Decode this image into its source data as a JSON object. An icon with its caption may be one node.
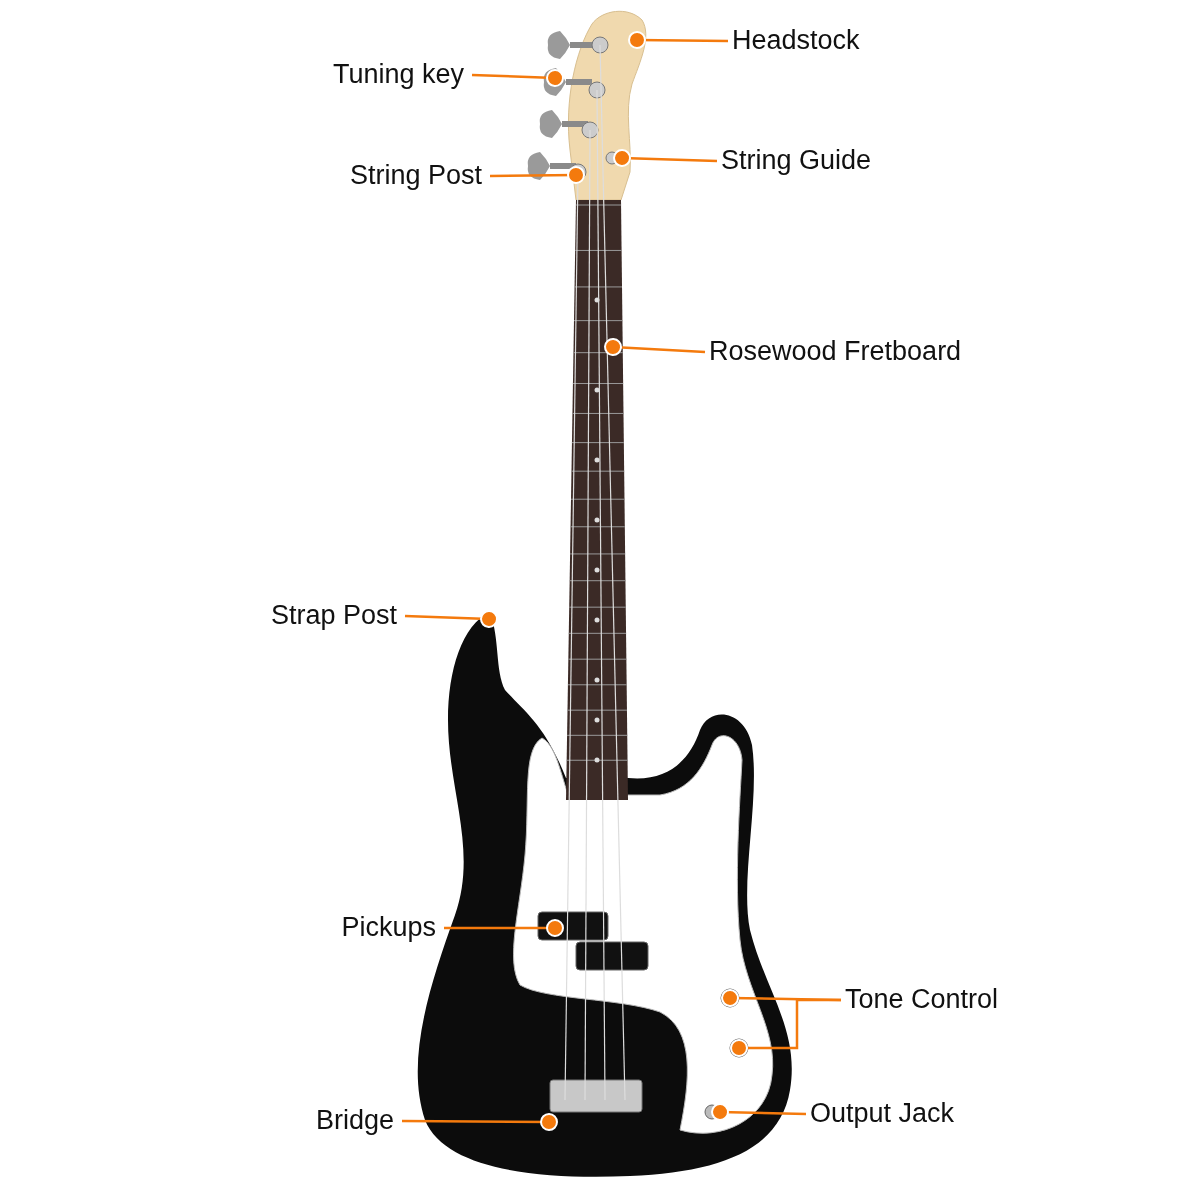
{
  "diagram": {
    "nodes": [
      {
        "text": [
          "Headstock"
        ]
      },
      {
        "text": [
          "Tuning key"
        ]
      },
      {
        "text": [
          "String Guide"
        ]
      },
      {
        "text": [
          "String Post"
        ]
      },
      {
        "text": [
          "Rosewood Fretboard"
        ]
      },
      {
        "text": [
          "Strap Post"
        ]
      },
      {
        "text": [
          "Pickups"
        ]
      },
      {
        "text": [
          "Tone Control"
        ]
      },
      {
        "text": [
          "Bridge"
        ]
      },
      {
        "text": [
          "Output Jack"
        ]
      }
    ],
    "edges": [
      {
        "from": 0,
        "to": null,
        "arrow": "other"
      },
      {
        "from": 1,
        "to": null,
        "arrow": "other"
      },
      {
        "from": 2,
        "to": null,
        "arrow": "other"
      },
      {
        "from": 3,
        "to": null,
        "arrow": "other"
      },
      {
        "from": 4,
        "to": null,
        "arrow": "other"
      },
      {
        "from": 5,
        "to": null,
        "arrow": "other"
      },
      {
        "from": 6,
        "to": null,
        "arrow": "other"
      },
      {
        "from": 7,
        "to": null,
        "arrow": "other"
      },
      {
        "from": 7,
        "to": null,
        "arrow": "other"
      },
      {
        "from": 8,
        "to": null,
        "arrow": "other"
      },
      {
        "from": 9,
        "to": null,
        "arrow": "other"
      }
    ]
  }
}
